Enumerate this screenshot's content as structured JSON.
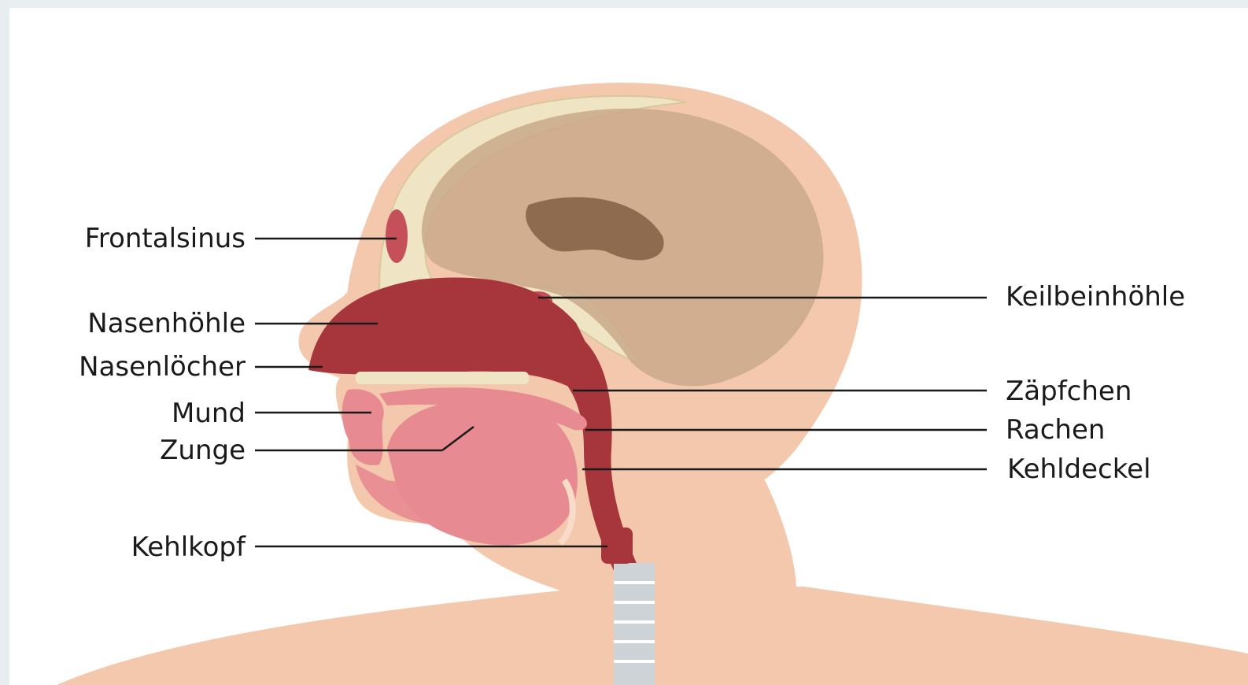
{
  "labels_left": [
    {
      "id": "frontalsinus",
      "text": "Frontalsinus"
    },
    {
      "id": "nasenhoehle",
      "text": "Nasenhöhle"
    },
    {
      "id": "nasenloecher",
      "text": "Nasenlöcher"
    },
    {
      "id": "mund",
      "text": "Mund"
    },
    {
      "id": "zunge",
      "text": "Zunge"
    },
    {
      "id": "kehlkopf",
      "text": "Kehlkopf"
    }
  ],
  "labels_right": [
    {
      "id": "keilbeinhoehle",
      "text": "Keilbeinhöhle"
    },
    {
      "id": "zaepfchen",
      "text": "Zäpfchen"
    },
    {
      "id": "rachen",
      "text": "Rachen"
    },
    {
      "id": "kehldeckel",
      "text": "Kehldeckel"
    }
  ],
  "colors": {
    "skin": "#f3c8ac",
    "skin_light": "#f8dcc8",
    "bone": "#efe4c4",
    "brain": "#c9a98a",
    "tissue_dark": "#a6363c",
    "tissue_mid": "#c65059",
    "tissue_pink": "#e88a92",
    "trachea": "#cdd3d6",
    "leader": "#1a1a1a"
  }
}
